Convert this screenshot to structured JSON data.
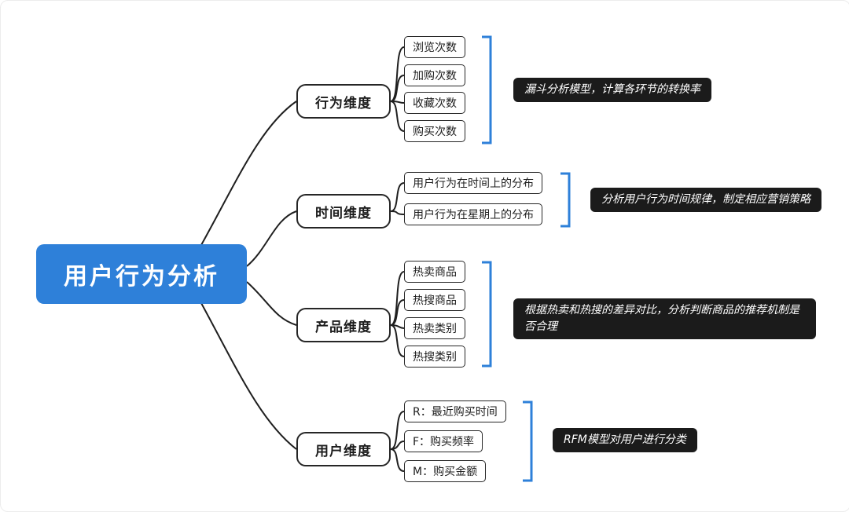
{
  "root": {
    "label": "用户行为分析"
  },
  "branches": [
    {
      "label": "行为维度",
      "leaves": [
        "浏览次数",
        "加购次数",
        "收藏次数",
        "购买次数"
      ],
      "note": "漏斗分析模型，计算各环节的转换率"
    },
    {
      "label": "时间维度",
      "leaves": [
        "用户行为在时间上的分布",
        "用户行为在星期上的分布"
      ],
      "note": "分析用户行为时间规律，制定相应营销策略"
    },
    {
      "label": "产品维度",
      "leaves": [
        "热卖商品",
        "热搜商品",
        "热卖类别",
        "热搜类别"
      ],
      "note": "根据热卖和热搜的差异对比，分析判断商品的推荐机制是否合理"
    },
    {
      "label": "用户维度",
      "leaves": [
        "R：最近购买时间",
        "F：购买频率",
        "M：购买金额"
      ],
      "note": "RFM模型对用户进行分类"
    }
  ],
  "colors": {
    "root_bg": "#2E80D9",
    "bracket_blue": "#2E80D9",
    "note_bg": "#1b1b1b",
    "line": "#1f1f1f",
    "background": "#ffffff"
  }
}
